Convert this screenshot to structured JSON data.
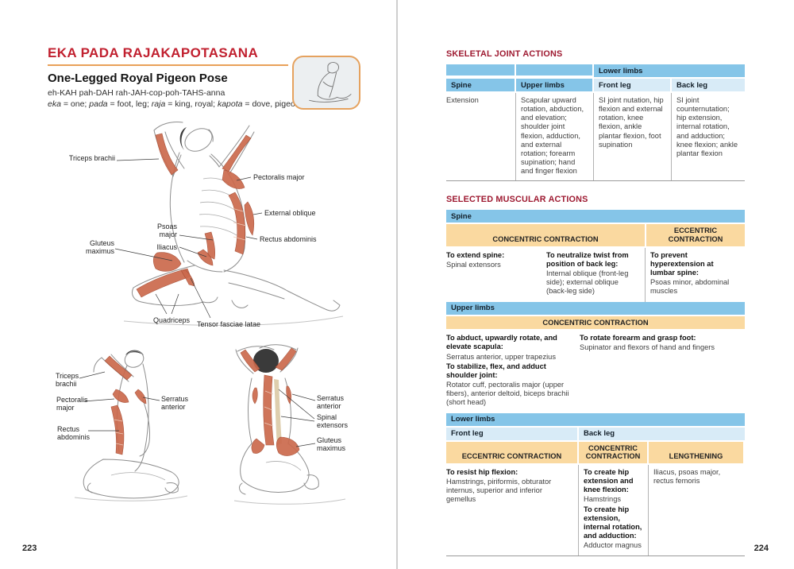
{
  "colors": {
    "title_red": "#C1202F",
    "section_heading_red": "#9E1A31",
    "rule_orange": "#E9A159",
    "table_blue": "#85C5E8",
    "table_blue_light": "#D8EBF7",
    "table_tan": "#FAD9A0",
    "muscle_red": "#CB6A4D"
  },
  "left": {
    "page_number": "223",
    "title": "EKA PADA RAJAKAPOTASANA",
    "subtitle": "One-Legged Royal Pigeon Pose",
    "pronunciation": "eh-KAH pah-DAH rah-JAH-cop-poh-TAHS-anna",
    "etymology": {
      "w1": "eka",
      "d1": " = one; ",
      "w2": "pada",
      "d2": " = foot, leg; ",
      "w3": "raja",
      "d3": " = king, royal; ",
      "w4": "kapota",
      "d4": " = dove, pigeon"
    },
    "pose_icon": "pigeon-pose-sketch-icon",
    "main_labels": [
      "Triceps brachii",
      "Pectoralis major",
      "External oblique",
      "Psoas major",
      "Rectus abdominis",
      "Gluteus maximus",
      "Iliacus",
      "Quadriceps",
      "Tensor fasciae latae"
    ],
    "side_labels": [
      "Triceps brachii",
      "Pectoralis major",
      "Rectus abdominis",
      "Serratus anterior"
    ],
    "back_labels": [
      "Serratus anterior",
      "Spinal extensors",
      "Gluteus maximus"
    ]
  },
  "right": {
    "page_number": "224",
    "skeletal": {
      "heading": "SKELETAL JOINT ACTIONS",
      "lower_limbs_header": "Lower limbs",
      "columns": [
        "Spine",
        "Upper limbs",
        "Front leg",
        "Back leg"
      ],
      "row": {
        "spine": "Extension",
        "upper_limbs": "Scapular upward rotation, abduction, and elevation; shoulder joint flexion, adduction, and external rotation; forearm supination; hand and finger flexion",
        "front_leg": "SI joint nutation, hip flexion and external rotation, knee flexion, ankle plantar flexion, foot supination",
        "back_leg": "SI joint counternutation; hip extension, internal rotation, and adduction; knee flexion; ankle plantar flexion"
      }
    },
    "muscular": {
      "heading": "SELECTED MUSCULAR ACTIONS",
      "spine": {
        "section": "Spine",
        "concentric": "CONCENTRIC CONTRACTION",
        "eccentric": "ECCENTRIC CONTRACTION",
        "cells": [
          {
            "head": "To extend spine:",
            "body": "Spinal extensors"
          },
          {
            "head": "To neutralize twist from position of back leg:",
            "body": "Internal oblique (front-leg side); external oblique (back-leg side)"
          },
          {
            "head": "To prevent hyperextension at lumbar spine:",
            "body": "Psoas minor, abdominal muscles"
          }
        ]
      },
      "upper": {
        "section": "Upper limbs",
        "concentric": "CONCENTRIC CONTRACTION",
        "cells_left": [
          {
            "head": "To abduct, upwardly rotate, and elevate scapula:",
            "body": "Serratus anterior, upper trapezius"
          },
          {
            "head": "To stabilize, flex, and adduct shoulder joint:",
            "body": "Rotator cuff, pectoralis major (upper fibers), anterior deltoid, biceps brachii (short head)"
          }
        ],
        "cells_right": [
          {
            "head": "To rotate forearm and grasp foot:",
            "body": "Supinator and flexors of hand and fingers"
          }
        ]
      },
      "lower": {
        "section": "Lower limbs",
        "front_leg": "Front leg",
        "back_leg": "Back leg",
        "eccentric": "ECCENTRIC CONTRACTION",
        "concentric": "CONCENTRIC CONTRACTION",
        "lengthening": "LENGTHENING",
        "front_cell": {
          "head": "To resist hip flexion:",
          "body": "Hamstrings, piriformis, obturator internus, superior and inferior gemellus"
        },
        "back_cells": [
          {
            "head": "To create hip extension and knee flexion:",
            "body": "Hamstrings"
          },
          {
            "head": "To create hip extension, internal rotation, and adduction:",
            "body": "Adductor magnus"
          }
        ],
        "lengthening_text": "Iliacus, psoas major, rectus femoris"
      }
    }
  }
}
